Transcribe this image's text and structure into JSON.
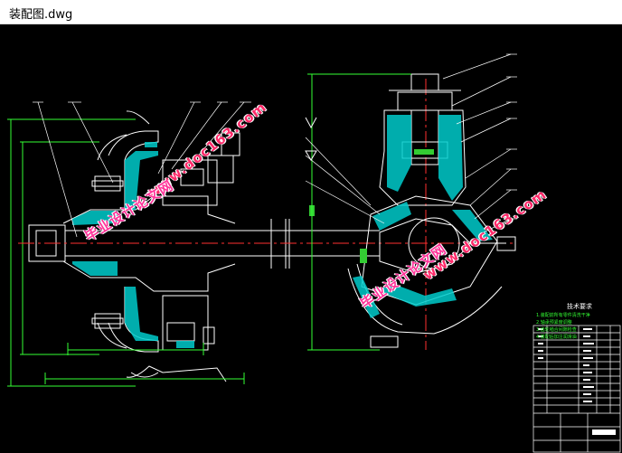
{
  "window": {
    "title": "装配图.dwg"
  },
  "watermarks": {
    "left_site": "www.doc163.com",
    "left_brand": "毕业设计论文网",
    "right_site": "www.doc163.com",
    "right_brand": "毕业设计论文网"
  },
  "colors": {
    "background": "#000000",
    "outline": "#ffffff",
    "dimension": "#33ff33",
    "hatch": "#00cccc",
    "centerline": "#ff3030",
    "watermark": "#ff2a6a"
  },
  "notes": {
    "title": "技术要求",
    "lines": [
      "1.装配前所有零件清洗干净",
      "2.轴承预紧度调整",
      "3.齿轮啮合间隙检查",
      "4.装配后加注润滑油"
    ]
  }
}
